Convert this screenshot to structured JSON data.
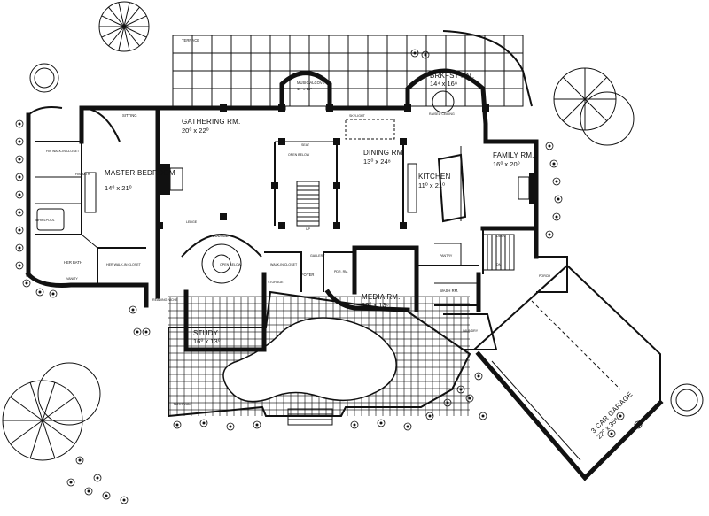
{
  "rooms": {
    "gathering": {
      "name": "GATHERING RM.",
      "dim": "20⁰ x 22⁰"
    },
    "music": {
      "name": "MUSIC ALCOVE",
      "dim": "11⁴ x 10⁰"
    },
    "brkfst": {
      "name": "BRKFST RM.",
      "dim": "14⁴ x 16⁸"
    },
    "master": {
      "name": "MASTER BEDROOM",
      "dim": "14⁰ x 21⁰"
    },
    "dining": {
      "name": "DINING RM.",
      "dim": "13⁰ x 24⁸"
    },
    "kitchen": {
      "name": "KITCHEN",
      "dim": "11⁰ x 21⁰"
    },
    "family": {
      "name": "FAMILY RM.",
      "dim": "16⁰ x 20⁰"
    },
    "study": {
      "name": "STUDY",
      "dim": "16⁰ x 13⁰"
    },
    "media": {
      "name": "MEDIA RM.",
      "dim": "16⁰ x 13⁸"
    },
    "garage": {
      "name": "3 CAR GARAGE",
      "dim": "22⁰ x 35⁸"
    }
  },
  "labels": {
    "terrace_top": "TERRACE",
    "terrace_bottom": "TERRACE",
    "sitting": "SITTING",
    "his_walkin": "HIS WALK-IN CLOSET",
    "his_bath": "HIS BATH",
    "her_bath": "HER BATH",
    "her_walkin": "HER WALK-IN CLOSET",
    "whirlpool": "WHIRLPOOL",
    "vanity": "VANITY",
    "lounge": "LOUNGE",
    "open_below_lounge": "OPEN BELOW",
    "open_below_center": "OPEN BELOW",
    "seat": "SEAT",
    "raised_ceiling": "RAISED CEILING",
    "foyer": "FOYER",
    "pdr_rm": "PDR. RM.",
    "storage": "STORAGE",
    "walkin_closet": "WALK-IN CLOSET",
    "pantry": "PANTRY",
    "wash_rm": "WASH RM.",
    "laundry": "LAUNDRY",
    "porch": "PORCH",
    "skylight": "SKYLIGHT",
    "reading_niche": "READING NICHE",
    "up": "UP",
    "dn": "DN",
    "desk": "DESK",
    "gallery": "GALLERY",
    "ledge": "LEDGE"
  }
}
